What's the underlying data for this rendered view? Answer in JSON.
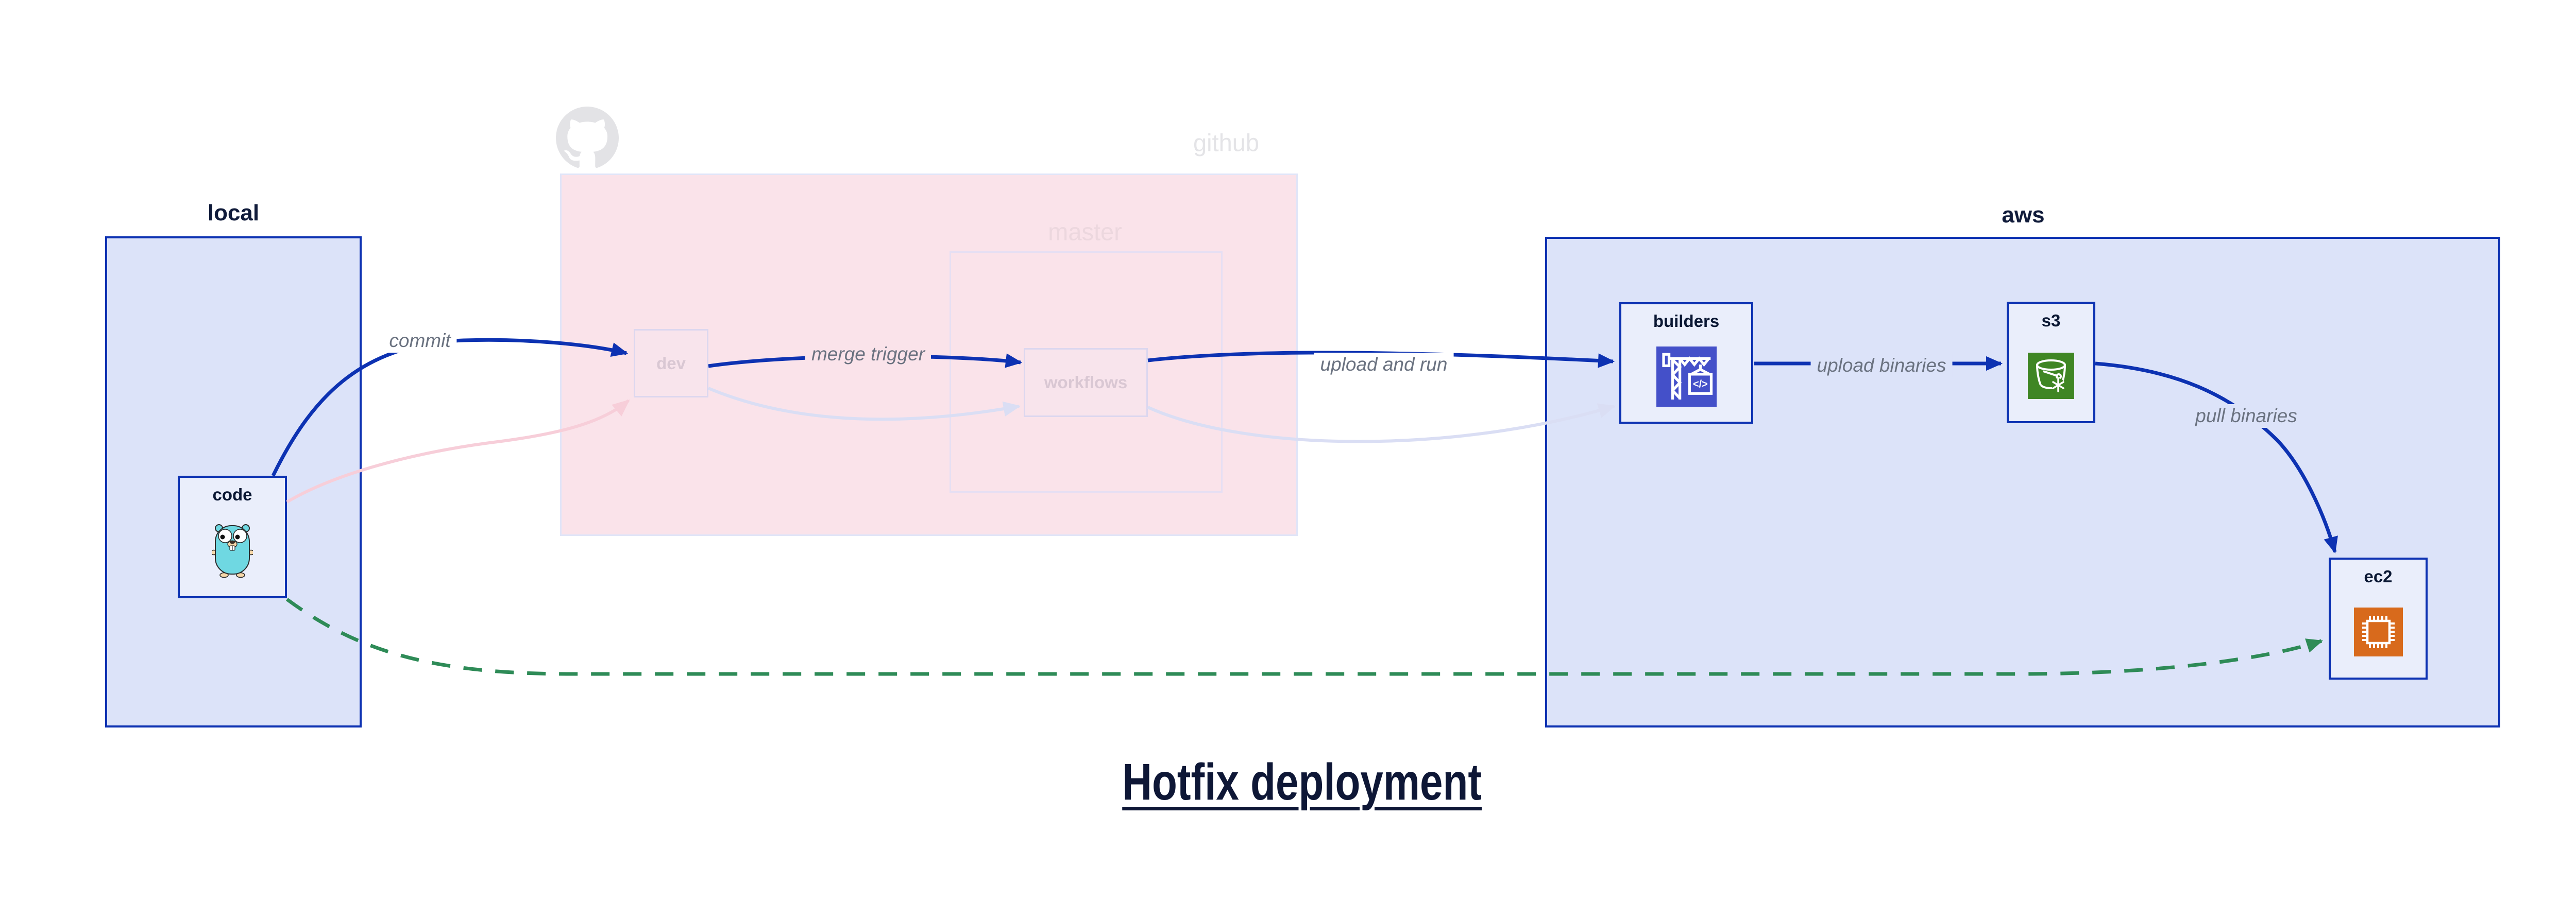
{
  "diagram_title": "Hotfix deployment",
  "clusters": {
    "local": {
      "label": "local"
    },
    "github": {
      "label": "github"
    },
    "master": {
      "label": "master"
    },
    "aws": {
      "label": "aws"
    }
  },
  "nodes": {
    "code": {
      "label": "code",
      "icon": "go-gopher-icon"
    },
    "dev": {
      "label": "dev"
    },
    "workflows": {
      "label": "workflows"
    },
    "builders": {
      "label": "builders",
      "icon": "codebuild-crane-icon"
    },
    "s3": {
      "label": "s3",
      "icon": "s3-glacier-bucket-icon"
    },
    "ec2": {
      "label": "ec2",
      "icon": "ec2-chip-icon"
    }
  },
  "edges": {
    "commit": {
      "label": "commit",
      "from": "code",
      "to": "dev",
      "style": "solid-blue"
    },
    "commit_faded": {
      "label": "",
      "from": "code",
      "to": "dev",
      "style": "faded-pink"
    },
    "merge_trigger": {
      "label": "merge trigger",
      "from": "dev",
      "to": "workflows",
      "style": "solid-blue"
    },
    "dev_wf_faded": {
      "label": "",
      "from": "dev",
      "to": "workflows",
      "style": "faded-lavender"
    },
    "upload_and_run": {
      "label": "upload and run",
      "from": "workflows",
      "to": "builders",
      "style": "solid-blue"
    },
    "wf_build_faded": {
      "label": "",
      "from": "workflows",
      "to": "builders",
      "style": "faded-lavender"
    },
    "upload_binaries": {
      "label": "upload binaries",
      "from": "builders",
      "to": "s3",
      "style": "solid-blue"
    },
    "pull_binaries": {
      "label": "pull binaries",
      "from": "s3",
      "to": "ec2",
      "style": "solid-blue"
    },
    "hotfix": {
      "label": "",
      "from": "code",
      "to": "ec2",
      "style": "dashed-green"
    }
  },
  "icons": {
    "codebuild_glyph": "</>"
  },
  "colors": {
    "accent_blue": "#0d32b2",
    "cluster_fill_blue": "#dce3f9",
    "node_fill_blue": "#eaeefb",
    "github_fill_pink": "#fae3ea",
    "faded_pink_edge": "#f7ced9",
    "faded_lavender_edge": "#dadef4",
    "hotfix_green": "#2e8b57",
    "edge_label_gray": "#6a7280",
    "codebuild_purple": "#4450c9",
    "s3_green": "#3f8624",
    "ec2_orange": "#d86a1c",
    "navy_text": "#0e1736"
  }
}
